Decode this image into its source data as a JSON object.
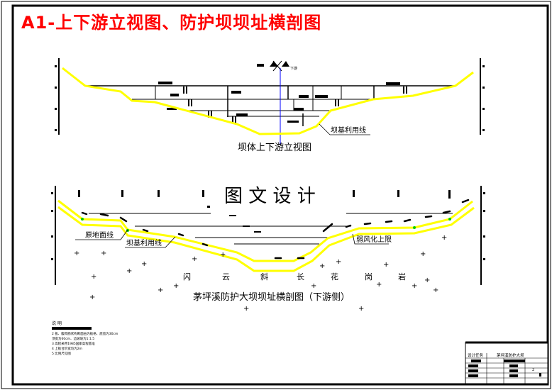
{
  "sheet_title": "A1-上下游立视图、防护坝坝址横剖图",
  "upper_view": {
    "caption": "坝体上下游立视图",
    "labels": {
      "foundation_line": "坝基利用线",
      "direction": "下游"
    }
  },
  "lower_view": {
    "caption": "茅坪溪防护大坝坝址横剖图（下游侧）",
    "watermark": "图 文 设 计",
    "labels": {
      "original_ground": "原地面线",
      "foundation_line": "坝基利用线",
      "weathering_limit": "弱风化上限"
    },
    "rock_label": [
      "闪",
      "云",
      "斜",
      "长",
      "花",
      "岗",
      "岩"
    ]
  },
  "notes": {
    "heading": "说  明",
    "items": [
      "2 板、腹肉肠状构断面由为板格、底宽为30cm",
      "  顶宽为60cm、边坡坡为1:1.5",
      "3 高程采用1985国家高程基准",
      "4 上板台阶宽均为2m",
      "5 比例尺见图"
    ]
  },
  "title_block": {
    "design_task": "设计任务",
    "project": "茅坪溪防护大坝",
    "sheet_no": "2"
  },
  "colors": {
    "title": "#ff0000",
    "ground_line": "#ffff00",
    "axis": "#0000ff",
    "weathering_point": "#00cc00"
  }
}
